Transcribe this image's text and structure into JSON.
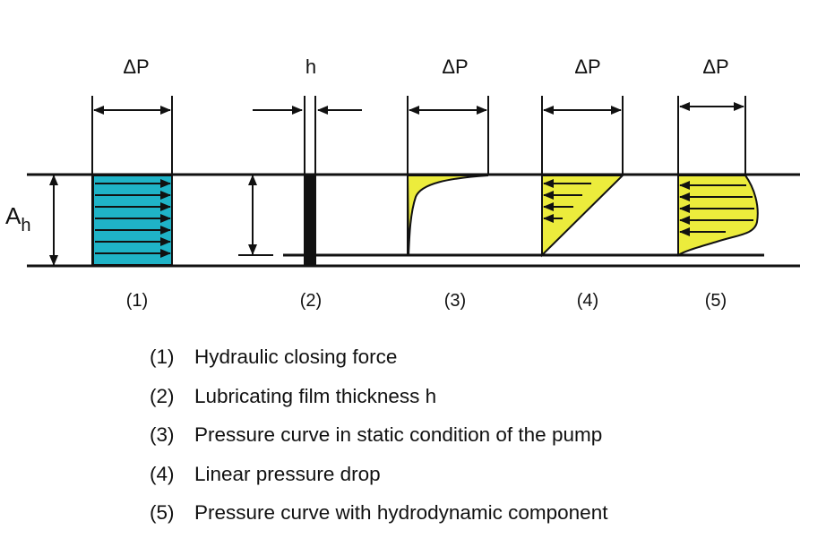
{
  "diagram": {
    "top_labels": [
      "ΔP",
      "h",
      "ΔP",
      "ΔP",
      "ΔP"
    ],
    "area_label": "A",
    "area_label_sub": "h",
    "panel_numbers": [
      "(1)",
      "(2)",
      "(3)",
      "(4)",
      "(5)"
    ],
    "colors": {
      "hydraulic_fill": "#1fb3c7",
      "pressure_fill": "#ecec3c",
      "line": "#111111"
    }
  },
  "legend": [
    {
      "num": "(1)",
      "text": "Hydraulic closing force"
    },
    {
      "num": "(2)",
      "text": "Lubricating film thickness h"
    },
    {
      "num": "(3)",
      "text": "Pressure curve in static condition of the pump"
    },
    {
      "num": "(4)",
      "text": "Linear pressure drop"
    },
    {
      "num": "(5)",
      "text": "Pressure curve with hydrodynamic component"
    }
  ]
}
